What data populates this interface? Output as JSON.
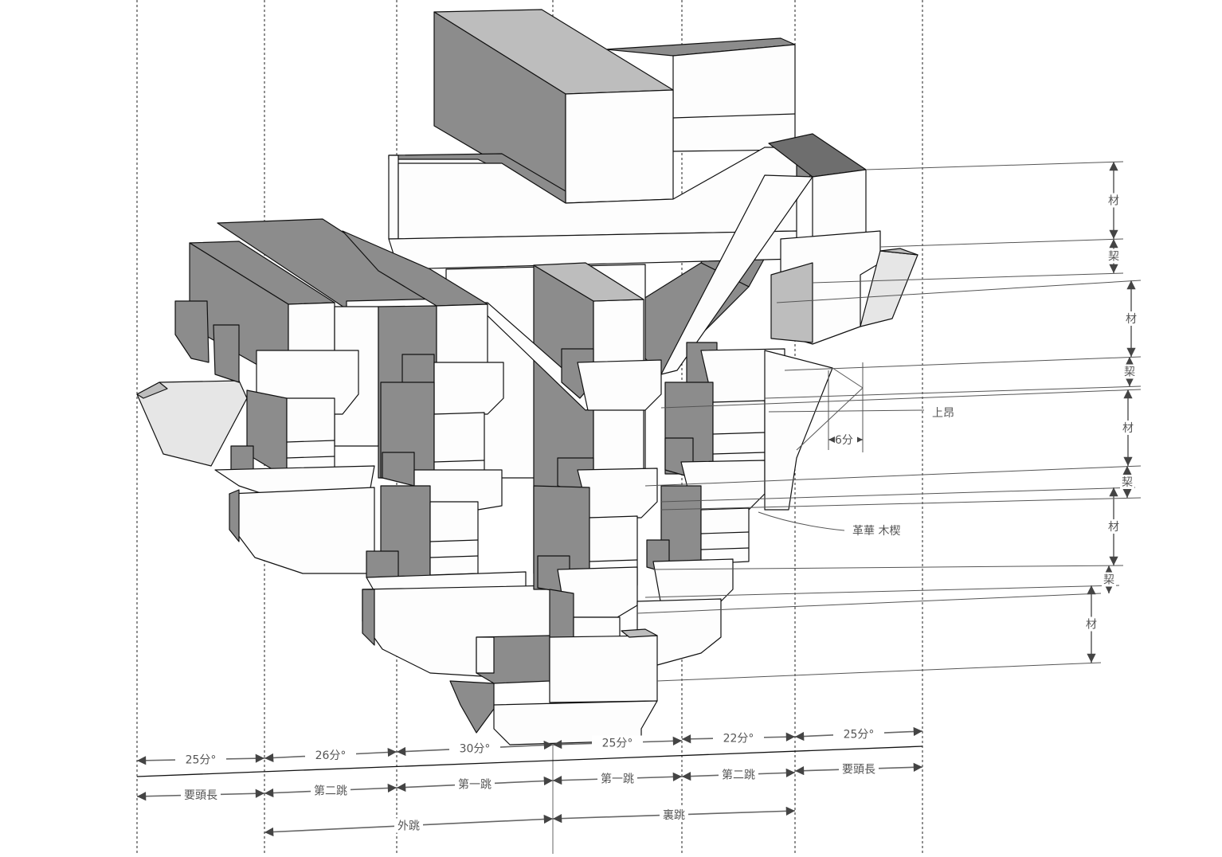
{
  "figure": {
    "vertical_dimensions": [
      {
        "label": "材"
      },
      {
        "label": "栔"
      },
      {
        "label": "材"
      },
      {
        "label": "栔"
      },
      {
        "label": "材"
      },
      {
        "label": "栔"
      },
      {
        "label": "材"
      },
      {
        "label": "栔"
      },
      {
        "label": "材"
      }
    ],
    "callouts": {
      "upper_ang": "上昂",
      "offset": "6分",
      "wedge": "革華 木楔"
    },
    "horizontal_dimensions": {
      "measures": [
        "25分°",
        "26分°",
        "30分°",
        "25分°",
        "22分°",
        "25分°"
      ],
      "segments": [
        "要頭長",
        "第二跳",
        "第一跳",
        "第一跳",
        "第二跳",
        "要頭長"
      ],
      "totals": [
        "外跳",
        "裏跳"
      ]
    },
    "colors": {
      "dark_face": "#8c8c8c",
      "light_face": "#fdfdfd",
      "line": "#111111"
    }
  }
}
